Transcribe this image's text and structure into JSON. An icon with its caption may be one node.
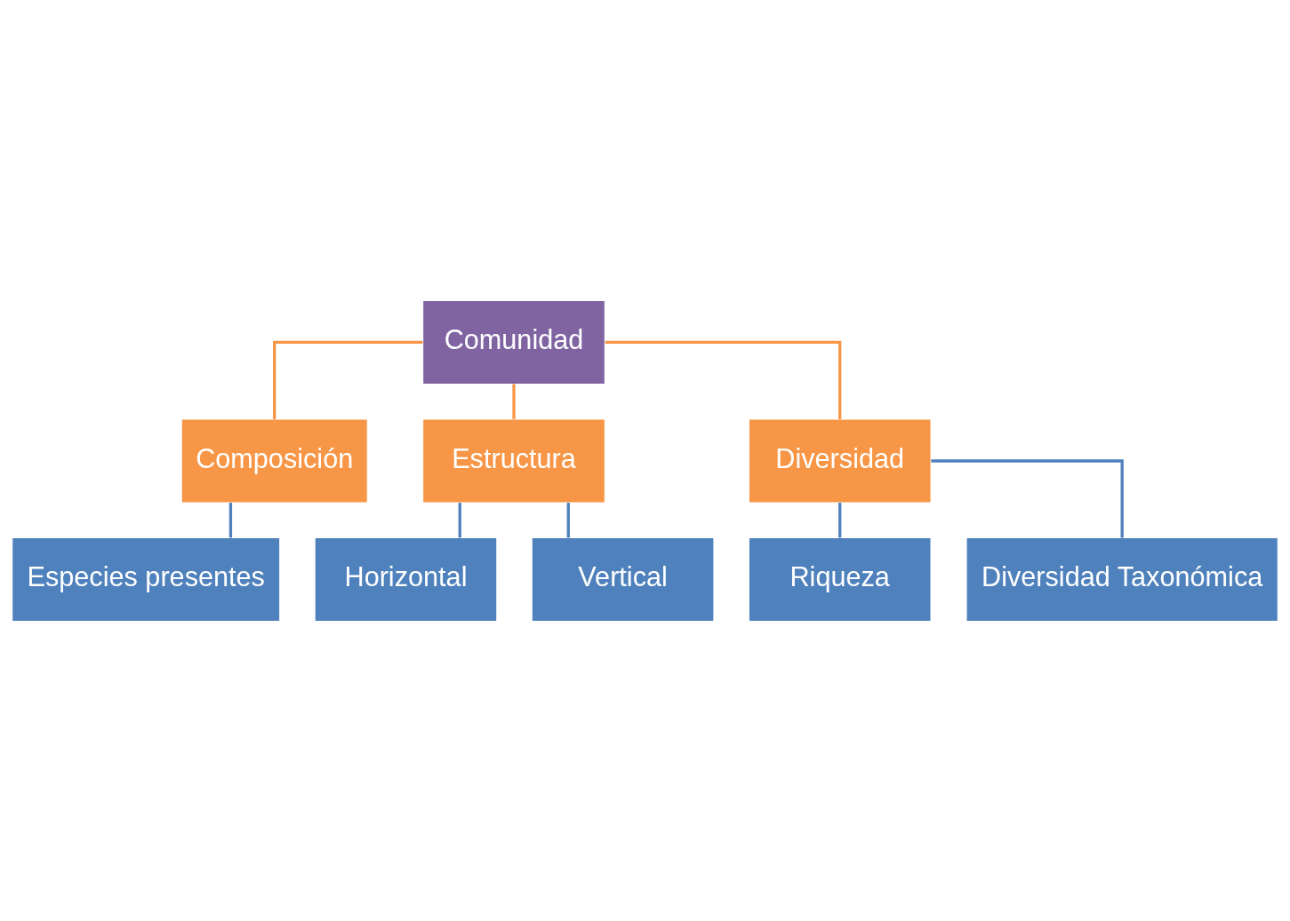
{
  "diagram": {
    "nodes": [
      {
        "text": [
          "Comunidad"
        ]
      },
      {
        "text": [
          "Composición"
        ]
      },
      {
        "text": [
          "Estructura"
        ]
      },
      {
        "text": [
          "Diversidad"
        ]
      },
      {
        "text": [
          "Especies presentes"
        ]
      },
      {
        "text": [
          "Horizontal"
        ]
      },
      {
        "text": [
          "Vertical"
        ]
      },
      {
        "text": [
          "Riqueza"
        ]
      },
      {
        "text": [
          "Diversidad Taxonómica"
        ]
      }
    ],
    "edges": [
      {
        "from": 0,
        "to": 1,
        "arrow": "none",
        "color": "#f79646"
      },
      {
        "from": 0,
        "to": 2,
        "arrow": "none",
        "color": "#f79646"
      },
      {
        "from": 0,
        "to": 3,
        "arrow": "none",
        "color": "#f79646"
      },
      {
        "from": 1,
        "to": 4,
        "arrow": "none"
      },
      {
        "from": 2,
        "to": 5,
        "arrow": "none"
      },
      {
        "from": 2,
        "to": 6,
        "arrow": "none"
      },
      {
        "from": 3,
        "to": 7,
        "arrow": "none"
      },
      {
        "from": 3,
        "to": 8,
        "arrow": "none"
      }
    ]
  }
}
